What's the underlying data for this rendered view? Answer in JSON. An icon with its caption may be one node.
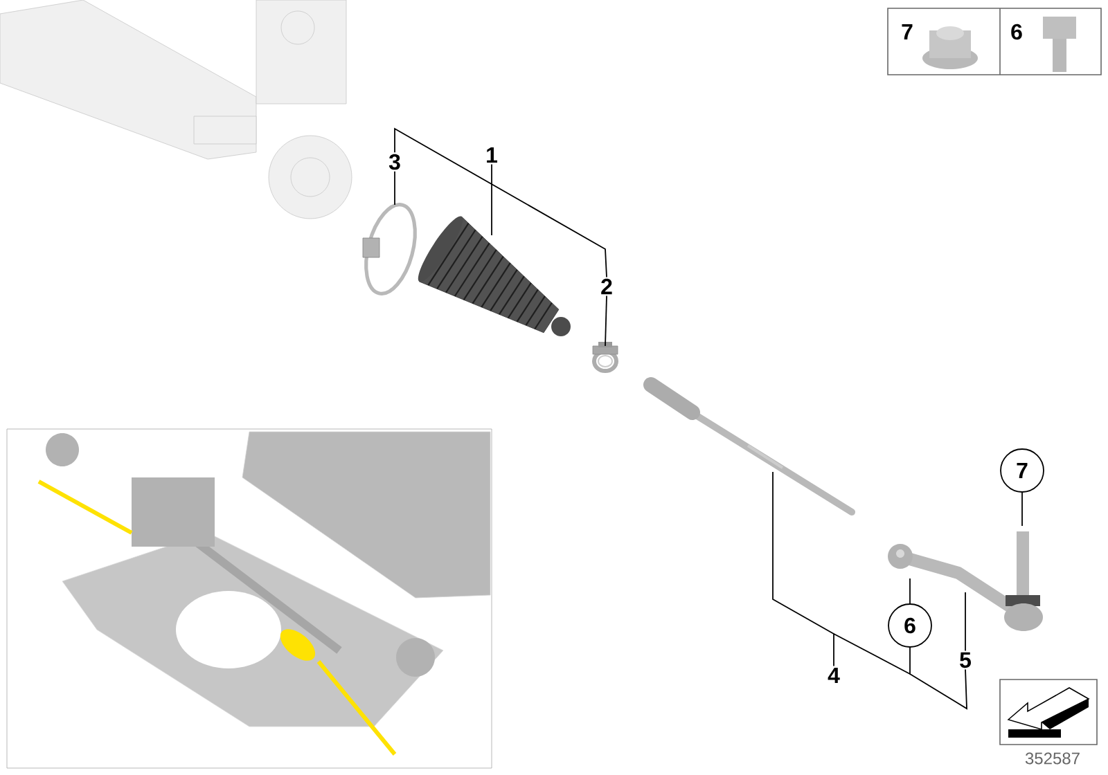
{
  "diagram": {
    "nodes": [
      {
        "text": [
          "1"
        ]
      },
      {
        "text": [
          "3"
        ]
      },
      {
        "text": [
          "2"
        ]
      },
      {
        "text": [],
        "shape": "picture"
      },
      {
        "text": [],
        "shape": "picture"
      },
      {
        "text": [],
        "shape": "picture"
      },
      {
        "text": [
          "4"
        ]
      },
      {
        "text": [
          "6"
        ]
      },
      {
        "text": [
          "5"
        ]
      },
      {
        "text": [
          "7"
        ]
      },
      {
        "text": [],
        "shape": "picture"
      },
      {
        "text": [],
        "shape": "picture"
      }
    ],
    "edges": [
      {
        "from": 0,
        "to": 3,
        "arrow": "none"
      },
      {
        "from": 1,
        "to": 4,
        "arrow": "none"
      },
      {
        "from": 2,
        "to": 5,
        "arrow": "none"
      },
      {
        "from": 6,
        "to": 10,
        "arrow": "none"
      },
      {
        "from": 8,
        "to": 11,
        "arrow": "none"
      },
      {
        "from": 7,
        "to": 11,
        "arrow": "none"
      },
      {
        "from": 9,
        "to": 11,
        "arrow": "none"
      },
      {
        "from": 1,
        "to": 2,
        "arrow": "none"
      },
      {
        "from": 7,
        "to": 8,
        "arrow": "none"
      }
    ],
    "labels": [
      "7",
      "6",
      "352587"
    ]
  }
}
